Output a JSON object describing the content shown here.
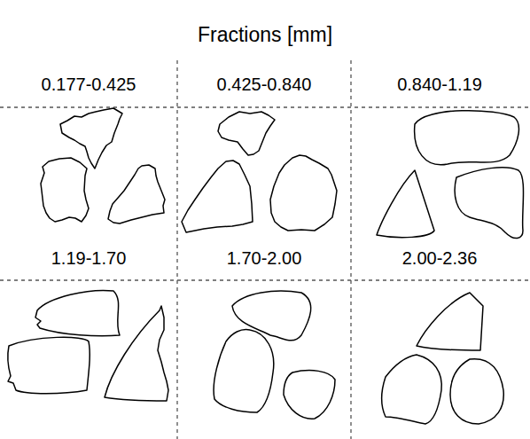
{
  "diagram": {
    "title": "Fractions [mm]",
    "labels": [
      "0.177-0.425",
      "0.425-0.840",
      "0.840-1.19",
      "1.19-1.70",
      "1.70-2.00",
      "2.00-2.36"
    ]
  }
}
